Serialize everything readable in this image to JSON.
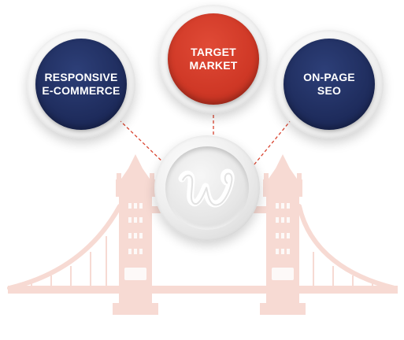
{
  "diagram": {
    "nodes": {
      "left": {
        "label": "RESPONSIVE\nE-COMMERCE"
      },
      "top": {
        "label": "TARGET\nMARKET"
      },
      "right": {
        "label": "ON-PAGE\nSEO"
      }
    },
    "center": {
      "logo_icon": "w-logo-icon"
    },
    "colors": {
      "navy": "#1f2d5e",
      "red": "#cf3826",
      "connector": "#d9432f",
      "bridge": "#f6d6cf"
    },
    "background_icon": "tower-bridge-silhouette-icon"
  }
}
